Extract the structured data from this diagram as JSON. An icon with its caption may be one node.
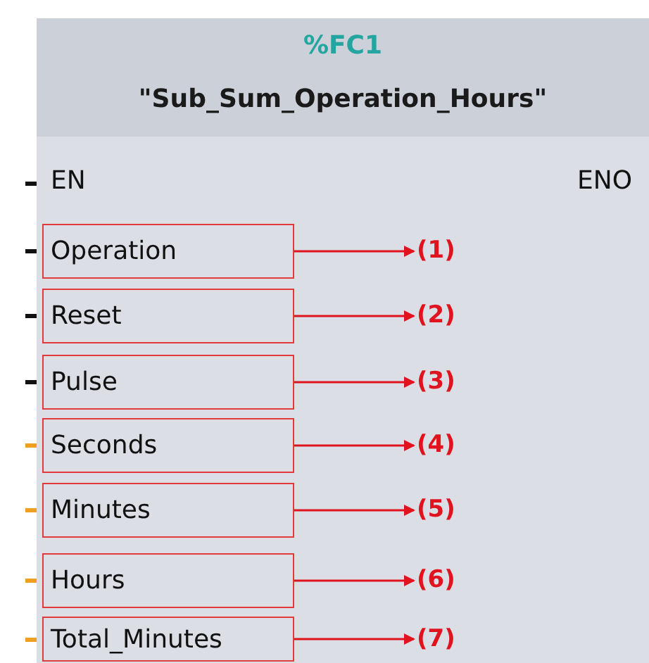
{
  "diagram": {
    "nodes": [
      {
        "text": [
          "%FC1",
          "\"Sub_Sum_Operation_Hours\""
        ]
      },
      {
        "text": [
          "Operation"
        ],
        "in": 0
      },
      {
        "text": [
          "Reset"
        ],
        "in": 0
      },
      {
        "text": [
          "Pulse"
        ],
        "in": 0
      },
      {
        "text": [
          "Seconds"
        ],
        "in": 0
      },
      {
        "text": [
          "Minutes"
        ],
        "in": 0
      },
      {
        "text": [
          "Hours"
        ],
        "in": 0
      },
      {
        "text": [
          "Total_Minutes"
        ],
        "in": 0
      },
      {
        "text": [
          "(1)"
        ],
        "in": 0
      },
      {
        "text": [
          "(2)"
        ],
        "in": 0
      },
      {
        "text": [
          "(3)"
        ],
        "in": 0
      },
      {
        "text": [
          "(4)"
        ],
        "in": 0
      },
      {
        "text": [
          "(5)"
        ],
        "in": 0
      },
      {
        "text": [
          "(6)"
        ],
        "in": 0
      },
      {
        "text": [
          "(7)"
        ],
        "in": 0
      }
    ],
    "edges": [
      {
        "from": 1,
        "to": 8,
        "arrow": "to"
      },
      {
        "from": 2,
        "to": 9,
        "arrow": "to"
      },
      {
        "from": 3,
        "to": 10,
        "arrow": "to"
      },
      {
        "from": 4,
        "to": 11,
        "arrow": "to"
      },
      {
        "from": 5,
        "to": 12,
        "arrow": "to"
      },
      {
        "from": 6,
        "to": 13,
        "arrow": "to"
      },
      {
        "from": 7,
        "to": 14,
        "arrow": "to"
      }
    ],
    "labels": [
      "EN",
      "ENO"
    ]
  }
}
